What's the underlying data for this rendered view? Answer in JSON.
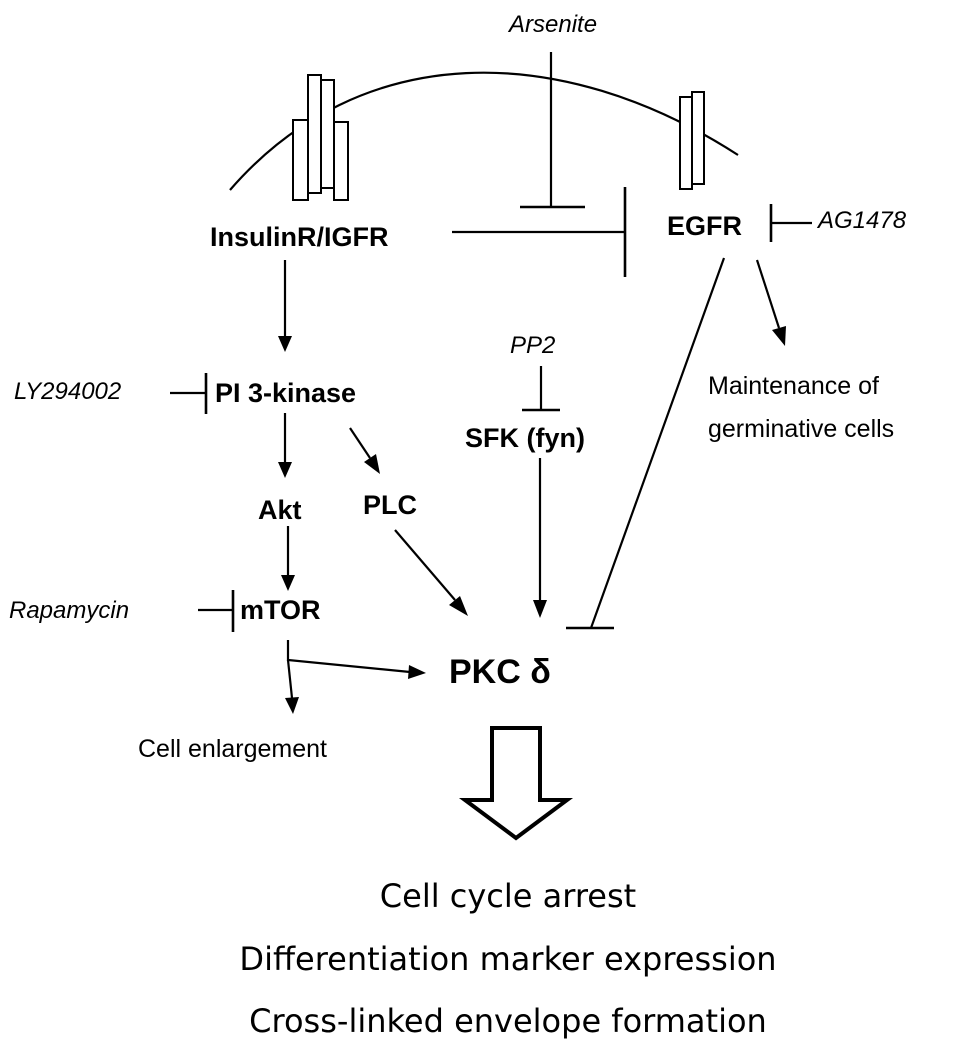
{
  "nodes": {
    "receptor_left": "InsulinR/IGFR",
    "receptor_right": "EGFR",
    "pi3k": "PI 3-kinase",
    "sfk": "SFK (fyn)",
    "akt": "Akt",
    "plc": "PLC",
    "mtor": "mTOR",
    "pkc": "PKC δ"
  },
  "inhibitors": {
    "arsenite": "Arsenite",
    "ag1478": "AG1478",
    "pp2": "PP2",
    "ly294002": "LY294002",
    "rapamycin": "Rapamycin"
  },
  "outcomes": {
    "maintenance_line1": "Maintenance of",
    "maintenance_line2": "germinative cells",
    "cell_enlargement": "Cell enlargement"
  },
  "results": [
    "Cell cycle arrest",
    "Differentiation marker expression",
    "Cross-linked envelope formation"
  ]
}
